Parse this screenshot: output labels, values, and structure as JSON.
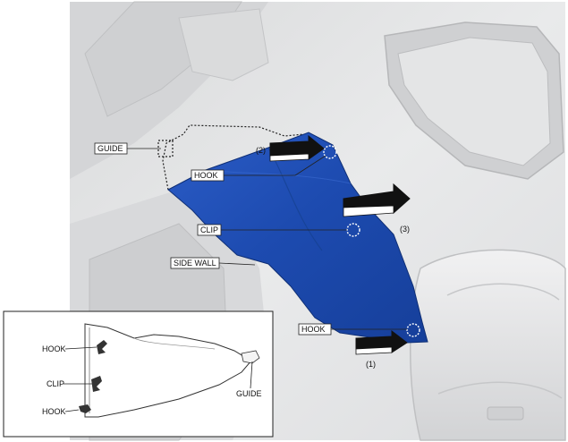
{
  "callouts": {
    "guide": "GUIDE",
    "hook_upper": "HOOK",
    "clip": "CLIP",
    "side_wall": "SIDE WALL",
    "hook_lower": "HOOK"
  },
  "steps": {
    "step1": "(1)",
    "step2": "(2)",
    "step3": "(3)"
  },
  "inset": {
    "hook_top": "HOOK",
    "clip": "CLIP",
    "hook_bottom": "HOOK",
    "guide": "GUIDE"
  },
  "colors": {
    "panel_blue": "#1f4fb4",
    "background_gray": "#e6e7e8"
  }
}
